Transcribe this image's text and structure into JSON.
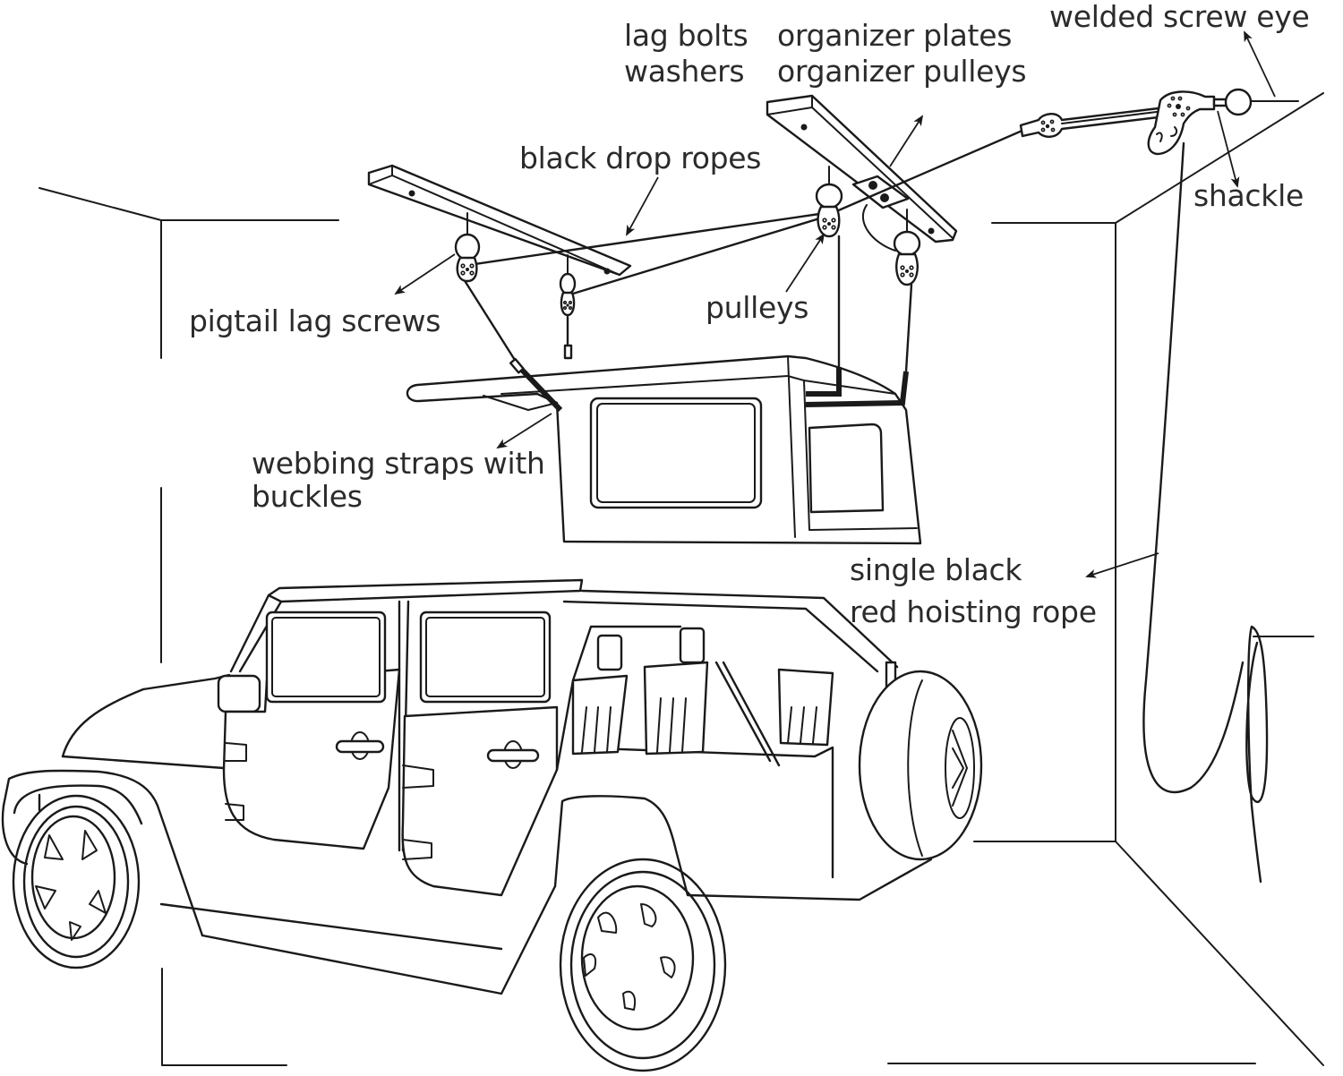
{
  "diagram": {
    "title": "Jeep hardtop hoist installation diagram",
    "labels": {
      "lag_bolts": "lag bolts",
      "washers": "washers",
      "organizer_plates": "organizer plates",
      "organizer_pulleys": "organizer pulleys",
      "welded_screw_eye": "welded screw eye",
      "black_drop_ropes": "black drop ropes",
      "shackle": "shackle",
      "pigtail_lag_screws": "pigtail lag screws",
      "pulleys": "pulleys",
      "webbing_straps_line1": "webbing straps with",
      "webbing_straps_line2": "buckles",
      "hoisting_rope_line1": "single black",
      "hoisting_rope_line2": "red hoisting rope"
    },
    "components": [
      "lag bolts",
      "washers",
      "organizer plates",
      "organizer pulleys",
      "welded screw eye",
      "black drop ropes",
      "shackle",
      "pigtail lag screws",
      "pulleys",
      "webbing straps with buckles",
      "single black red hoisting rope"
    ],
    "colors": {
      "line": "#1a1a1a",
      "text": "#2b2b2b",
      "background": "#ffffff"
    }
  }
}
